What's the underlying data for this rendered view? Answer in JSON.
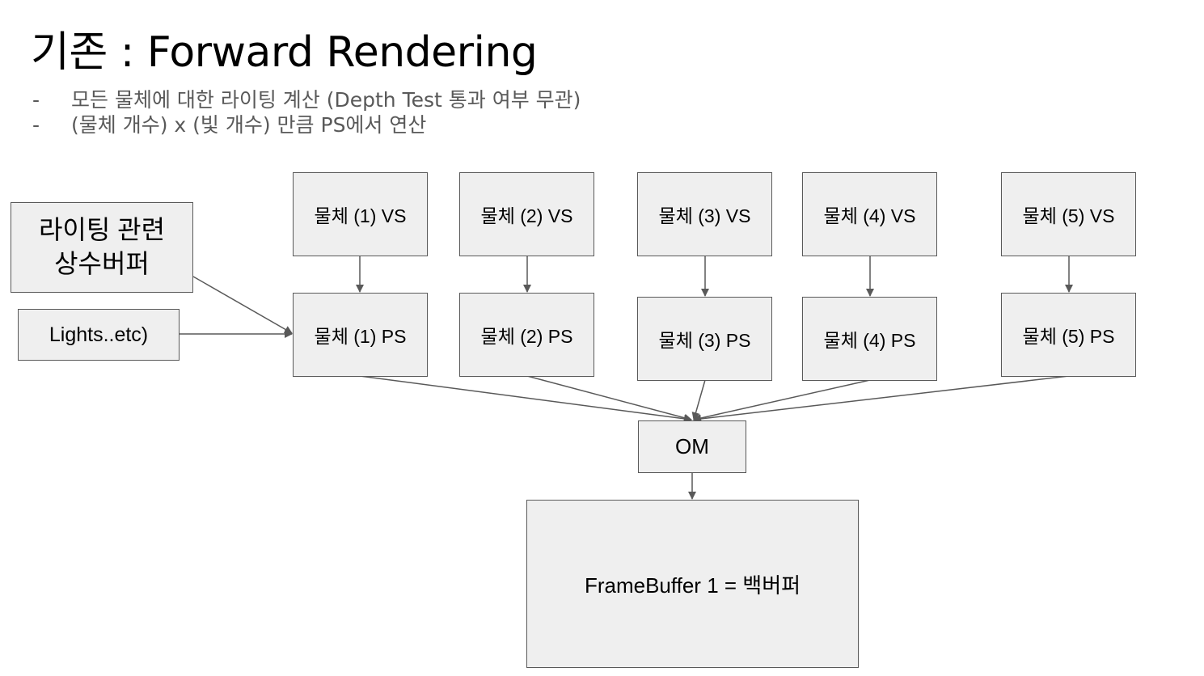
{
  "title": "기존 : Forward Rendering",
  "bullets": [
    {
      "marker": "-",
      "text": "모든 물체에 대한 라이팅 계산 (Depth Test 통과 여부 무관)"
    },
    {
      "marker": "-",
      "text": "(물체 개수) x (빛 개수) 만큼 PS에서 연산"
    }
  ],
  "diagram": {
    "lighting_cb": "라이팅 관련\n상수버퍼",
    "lights": "Lights..etc)",
    "vs": [
      "물체 (1) VS",
      "물체 (2) VS",
      "물체 (3) VS",
      "물체 (4) VS",
      "물체 (5) VS"
    ],
    "ps": [
      "물체 (1) PS",
      "물체 (2) PS",
      "물체 (3) PS",
      "물체 (4) PS",
      "물체 (5) PS"
    ],
    "om": "OM",
    "framebuffer": "FrameBuffer 1 = 백버퍼"
  },
  "colors": {
    "box_fill": "#efefef",
    "box_border": "#595959",
    "arrow": "#595959",
    "bullet_text": "#595959"
  }
}
